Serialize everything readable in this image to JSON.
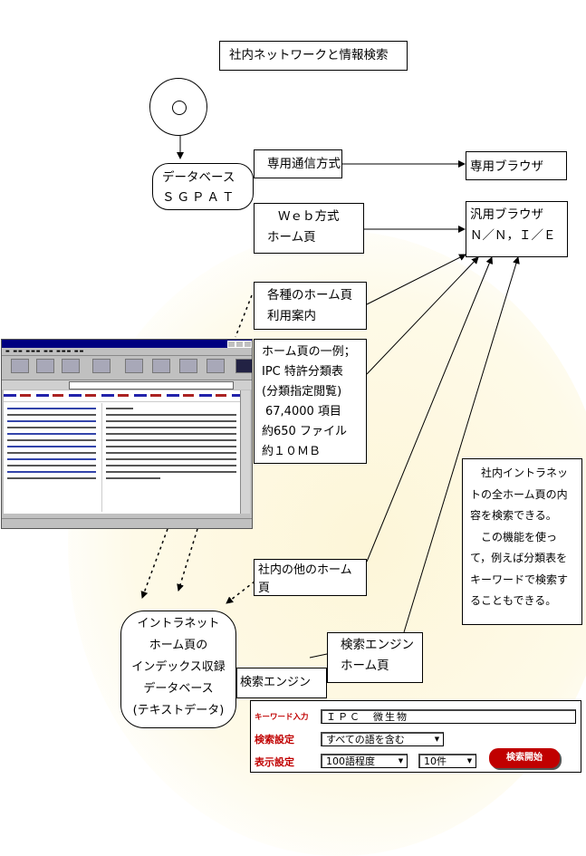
{
  "title": "社内ネットワークと情報検索",
  "database": {
    "line1": "データベース",
    "line2": "ＳＧＰＡＴ"
  },
  "dedicated_comm": "専用通信方式",
  "dedicated_browser": "専用ブラウザ",
  "web_method": {
    "line1": "Ｗｅｂ方式",
    "line2": "ホーム頁"
  },
  "general_browser": {
    "line1": "汎用ブラウザ",
    "line2": "Ｎ／Ｎ，Ｉ／Ｅ"
  },
  "homepages_guide": {
    "line1": "各種のホーム頁",
    "line2": "利用案内"
  },
  "homepage_example": {
    "line1": "ホーム頁の一例；",
    "line2": "IPC 特許分類表",
    "line3": "(分類指定閲覧)",
    "line4": "67,4000 項目",
    "line5": "約650 ファイル",
    "line6": "約１０ＭＢ"
  },
  "other_homepages": "社内の他のホーム頁",
  "note": "　社内イントラネットの全ホーム頁の内容を検索できる。\n　この機能を使って，例えば分類表をキーワードで検索することもできる。",
  "intranet_db": {
    "line1": "イントラネット",
    "line2": "ホーム頁の",
    "line3": "インデックス収録",
    "line4": "データベース",
    "line5": "(テキストデータ)"
  },
  "search_engine_hp": {
    "line1": "検索エンジン",
    "line2": "ホーム頁"
  },
  "search_engine": "検索エンジン",
  "search_panel": {
    "keyword_label": "キーワード入力",
    "keyword_value": "ＩＰＣ　微生物",
    "search_setting_label": "検索設定",
    "search_setting_value": "すべての語を含む",
    "display_setting_label": "表示設定",
    "display_length_value": "100語程度",
    "display_count_value": "10件",
    "start_button": "検索開始"
  },
  "colors": {
    "panel_label": "#c00000",
    "button": "#c00000",
    "background_glow": "#fdf6d8"
  },
  "icons": [
    "cd-disc-icon",
    "browser-screenshot"
  ]
}
